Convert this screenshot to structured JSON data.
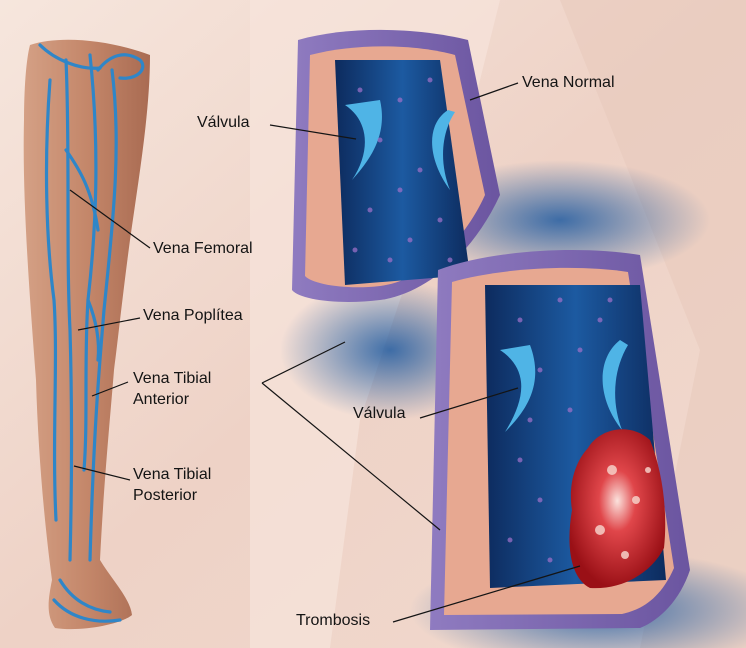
{
  "labels": {
    "valvula_top": "Válvula",
    "vena_normal": "Vena Normal",
    "vena_femoral": "Vena Femoral",
    "vena_poplitea": "Vena Poplítea",
    "vena_tibial_anterior_line1": "Vena Tibial",
    "vena_tibial_anterior_line2": "Anterior",
    "vena_tibial_posterior_line1": "Vena Tibial",
    "vena_tibial_posterior_line2": "Posterior",
    "valvula_bottom": "Válvula",
    "trombosis": "Trombosis"
  },
  "colors": {
    "background": "#f3ddd3",
    "skin": "#c98e72",
    "vein": "#2f86c8",
    "vessel_wall": "#7f6bb0",
    "vessel_tissue": "#e7a891",
    "lumen": "#123c78",
    "valve": "#4fb4e6",
    "clot": "#c91f25"
  }
}
